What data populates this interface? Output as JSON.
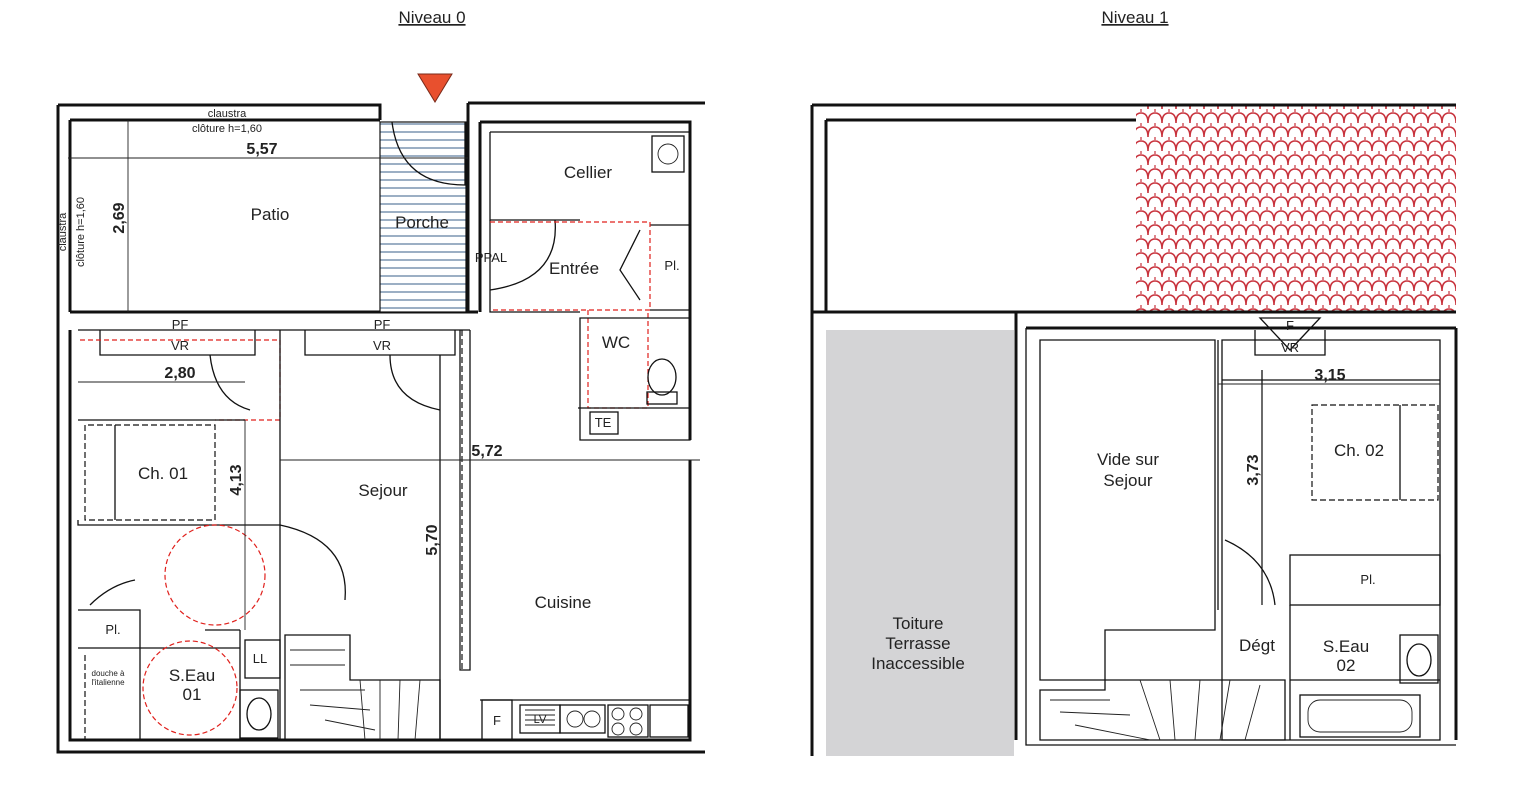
{
  "levels": [
    {
      "title": "Niveau 0"
    },
    {
      "title": "Niveau 1"
    }
  ],
  "level0": {
    "rooms": {
      "patio": "Patio",
      "porche": "Porche",
      "cellier": "Cellier",
      "entree": "Entrée",
      "ppal": "PPAL",
      "pl_entree": "Pl.",
      "wc": "WC",
      "te": "TE",
      "sejour": "Sejour",
      "cuisine": "Cuisine",
      "ch01": "Ch. 01",
      "seau_line1": "S.Eau",
      "seau_line2": "01",
      "pl_ch": "Pl.",
      "ll": "LL",
      "douche_line1": "douche à",
      "douche_line2": "l'italienne",
      "fridge": "F",
      "lv": "LV"
    },
    "annotations": {
      "claustra_top": "claustra",
      "cloture_top": "clôture h=1,60",
      "claustra_side": "claustra",
      "cloture_side": "clôture h=1,60",
      "pf_left": "PF",
      "vr_left": "VR",
      "pf_mid": "PF",
      "vr_mid": "VR"
    },
    "dimensions": {
      "patio_width": "5,57",
      "patio_depth": "2,69",
      "ch01_width": "2,80",
      "ch01_depth": "4,13",
      "sejour_width": "5,72",
      "sejour_depth": "5,70"
    }
  },
  "level1": {
    "rooms": {
      "toiture_line1": "Toiture",
      "toiture_line2": "Terrasse",
      "toiture_line3": "Inaccessible",
      "vide_line1": "Vide sur",
      "vide_line2": "Sejour",
      "ch02": "Ch. 02",
      "pl": "Pl.",
      "degt": "Dégt",
      "seau_line1": "S.Eau",
      "seau_line2": "02"
    },
    "annotations": {
      "f": "F",
      "vr": "VR"
    },
    "dimensions": {
      "ch02_width": "3,15",
      "ch02_depth": "3,73"
    }
  },
  "colors": {
    "walls": "#111111",
    "entrance_marker": "#e8502e",
    "tiles": "#c8323c",
    "inaccessible_roof": "#d4d4d6",
    "clearance_circles": "#e0201c"
  }
}
